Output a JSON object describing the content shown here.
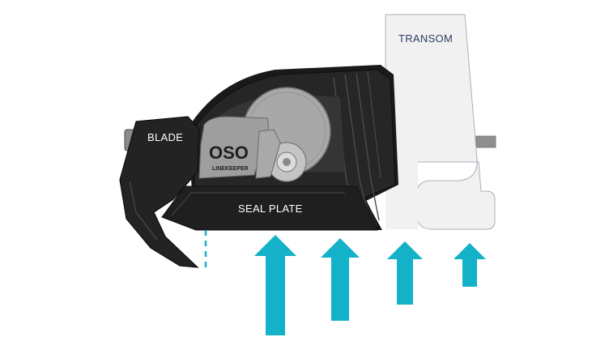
{
  "labels": {
    "transom": "TRANSOM",
    "blade": "BLADE",
    "seal_plate": "SEAL PLATE"
  },
  "logo": {
    "main": "OSO",
    "sub": "LINEKEEPER"
  },
  "colors": {
    "body": "#262626",
    "body_edge": "#111111",
    "inner_panel": "#3b3b3b",
    "transom": "#f1f1f1",
    "transom_stroke": "#a9b0ba",
    "wheel": "#a8a8a8",
    "arrow": "#13b2c8",
    "label_dark": "#2c3e66"
  },
  "arrows": [
    {
      "name": "arrow-1",
      "level": "tallest"
    },
    {
      "name": "arrow-2",
      "level": "tall"
    },
    {
      "name": "arrow-3",
      "level": "medium"
    },
    {
      "name": "arrow-4",
      "level": "short"
    }
  ],
  "icons": [
    "upward-arrow-icon",
    "wheel-icon",
    "bolt-icon"
  ]
}
